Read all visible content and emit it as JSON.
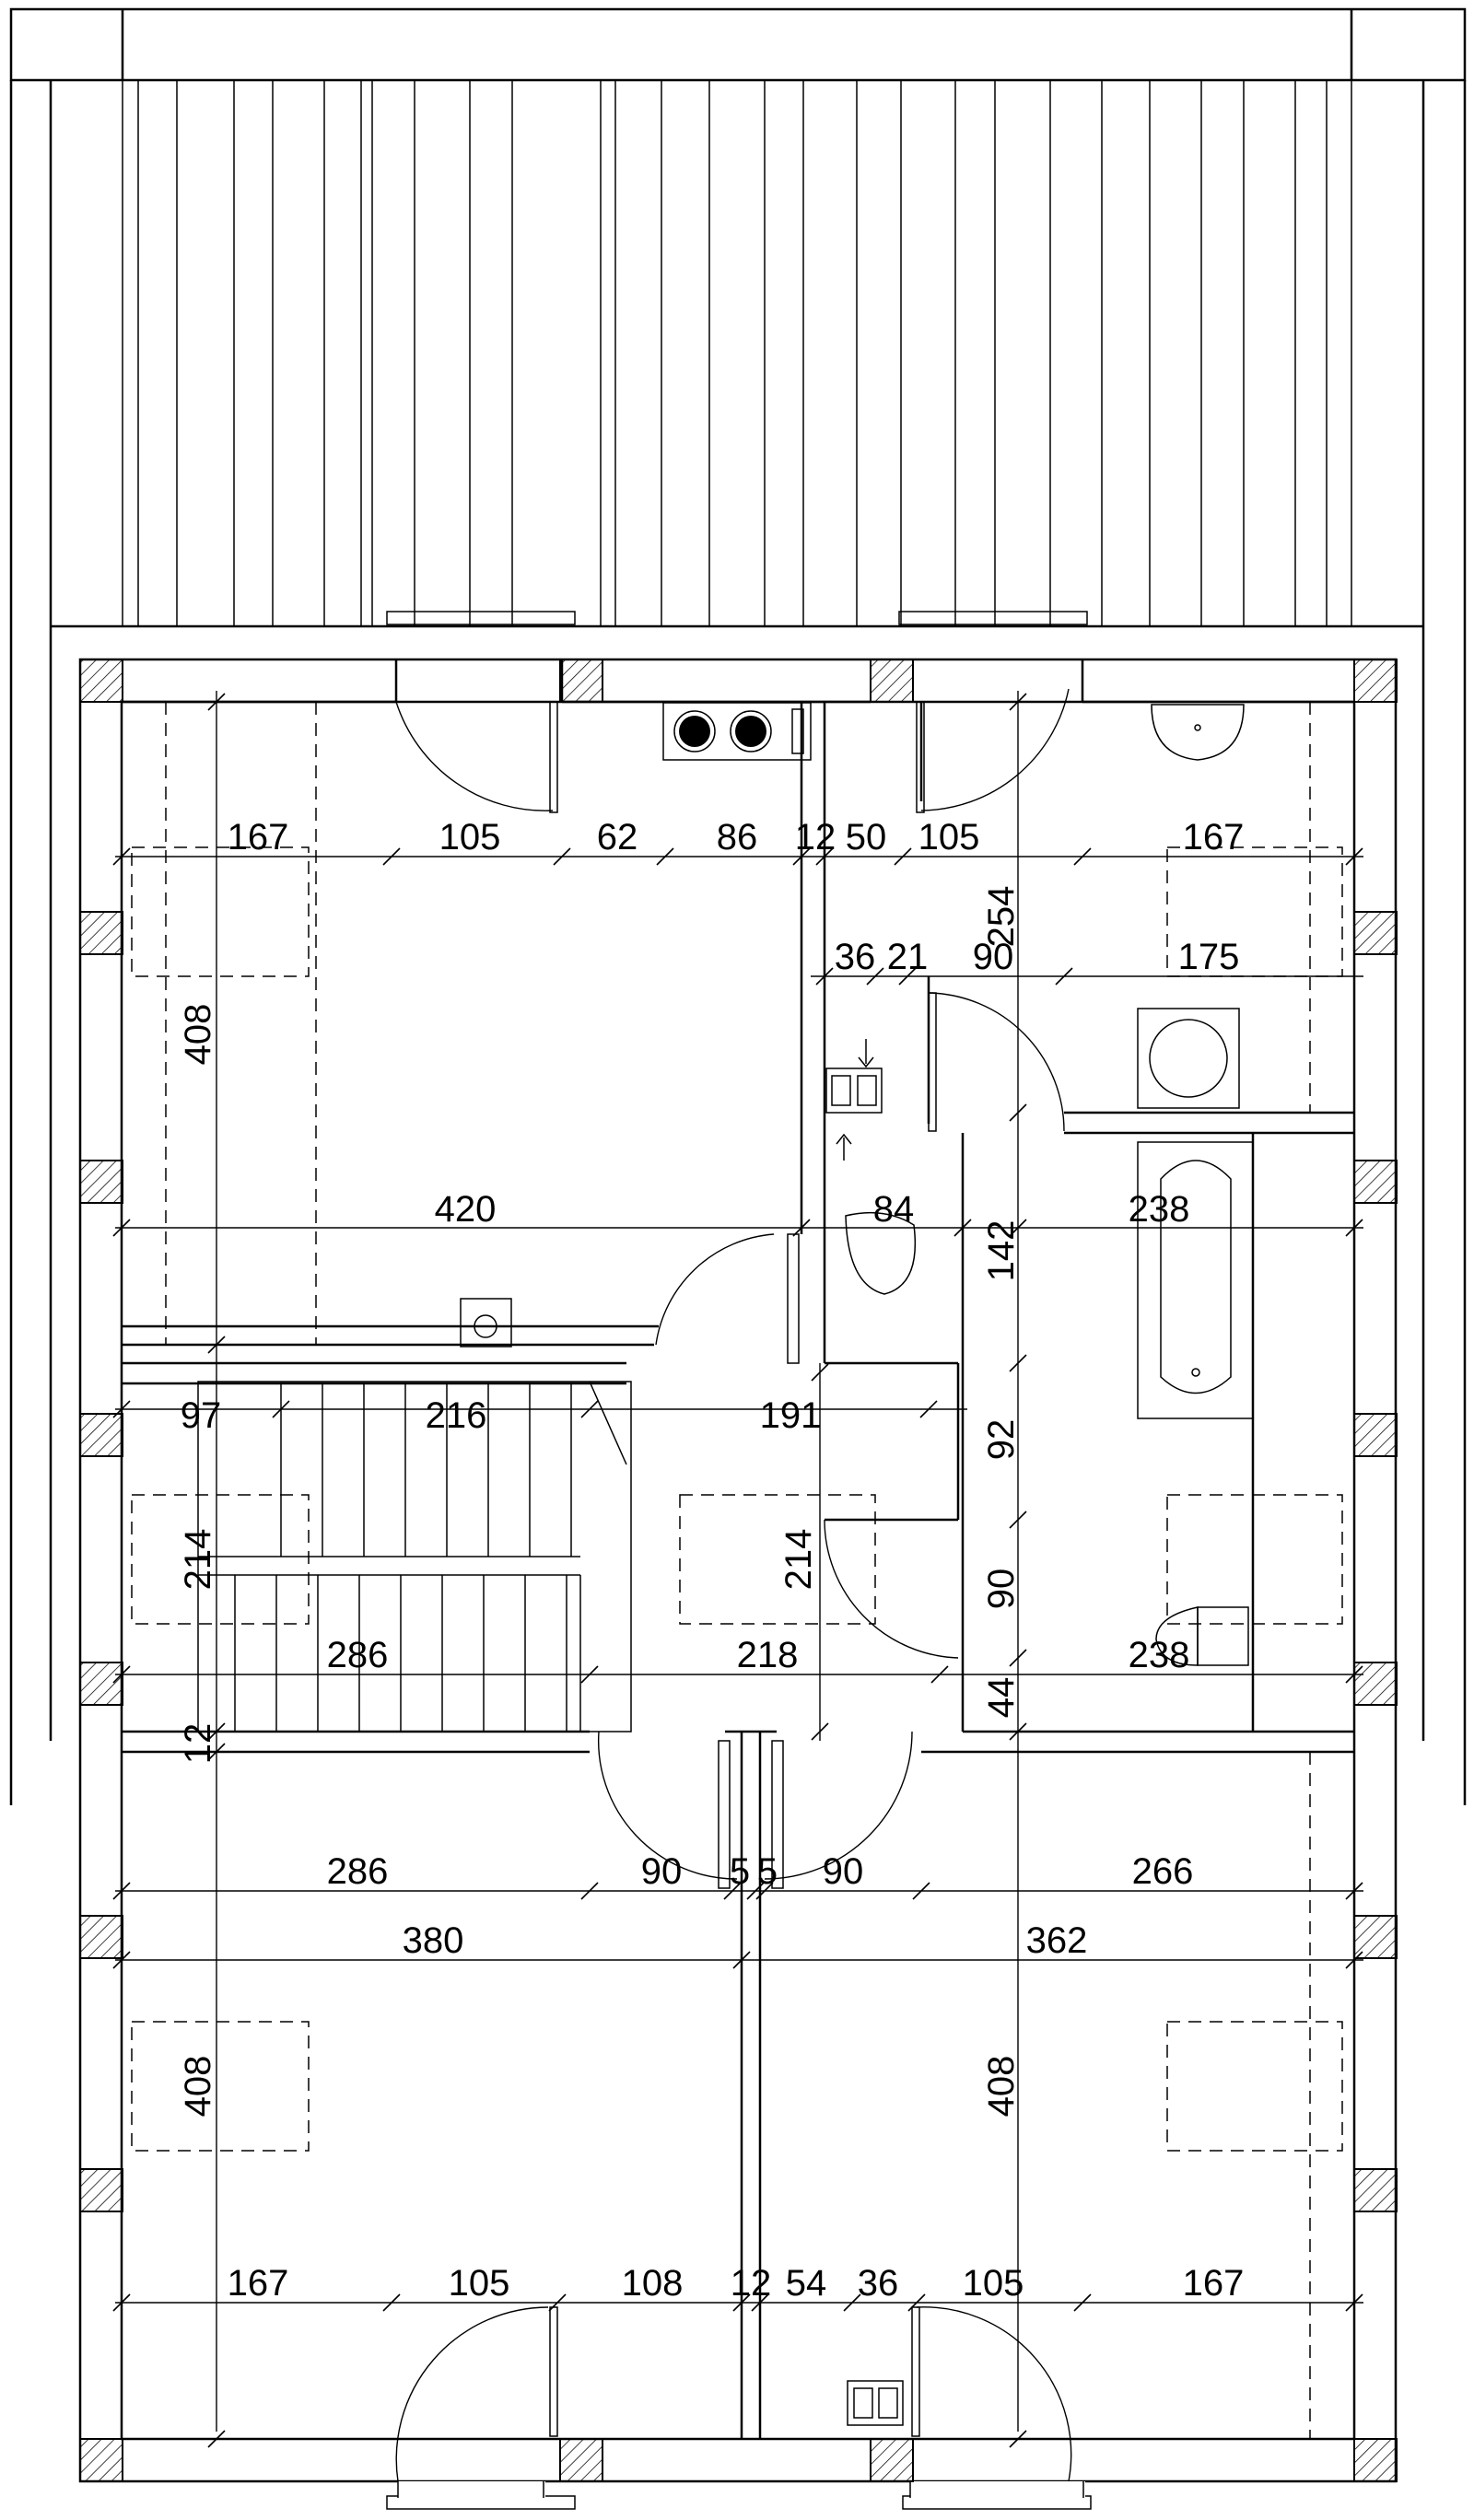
{
  "dimensions": {
    "row_top_h": [
      "167",
      "105",
      "62",
      "86",
      "12",
      "50",
      "105",
      "167"
    ],
    "row_top_v": "254",
    "row_second_left": [
      "36",
      "21",
      "90"
    ],
    "row_second_right": "175",
    "left_top_v": "408",
    "top_room_width": "420",
    "wc_width": "84",
    "hall_v1": "142",
    "bath_width": "238",
    "stair_row": [
      "97",
      "216",
      "191"
    ],
    "hall_v2": "92",
    "stair_v": "214",
    "hall_mid_v": "214",
    "hall_v3": "90",
    "row_mid": [
      "286",
      "218"
    ],
    "bath2_width": "238",
    "hall_v4": "44",
    "wall_v": "12",
    "row_doors": [
      "286",
      "90",
      "5",
      "5",
      "90",
      "266"
    ],
    "row_rooms": [
      "380",
      "362"
    ],
    "bottom_left_v": "408",
    "bottom_right_v": "408",
    "row_bottom": [
      "167",
      "105",
      "108",
      "12",
      "54",
      "36",
      "105",
      "167"
    ]
  },
  "symbols": {
    "hob": "hob-icon",
    "washbasin": "washbasin-icon",
    "bathtub": "bathtub-icon",
    "toilet": "toilet-icon",
    "washing_machine": "washing-machine-icon",
    "chimney": "chimney-icon",
    "vent": "ventilation-icon"
  }
}
